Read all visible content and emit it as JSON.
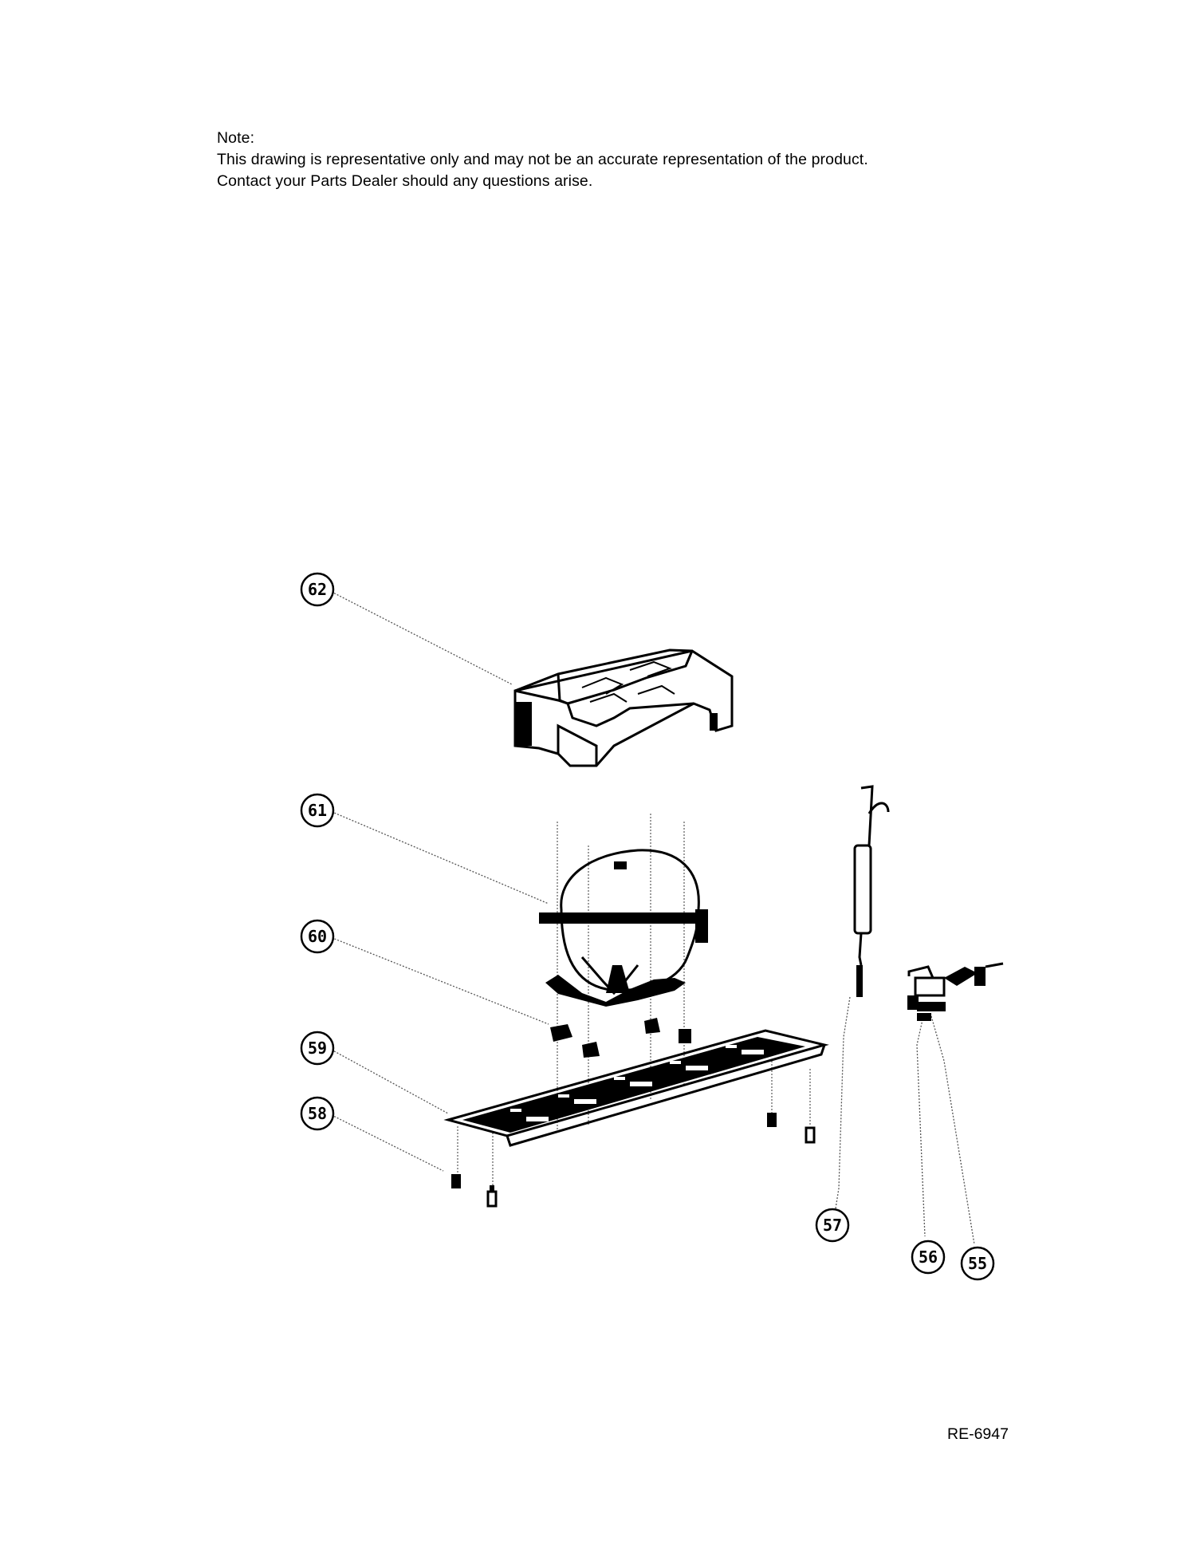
{
  "note": {
    "heading": "Note:",
    "line1": "This drawing is representative only and may not be an accurate representation of the product.",
    "line2": "Contact your Parts Dealer should any questions arise."
  },
  "callouts": [
    {
      "id": "62",
      "label": "62"
    },
    {
      "id": "61",
      "label": "61"
    },
    {
      "id": "60",
      "label": "60"
    },
    {
      "id": "59",
      "label": "59"
    },
    {
      "id": "58",
      "label": "58"
    },
    {
      "id": "57",
      "label": "57"
    },
    {
      "id": "56",
      "label": "56"
    },
    {
      "id": "55",
      "label": "55"
    }
  ],
  "doc_code": "RE-6947"
}
